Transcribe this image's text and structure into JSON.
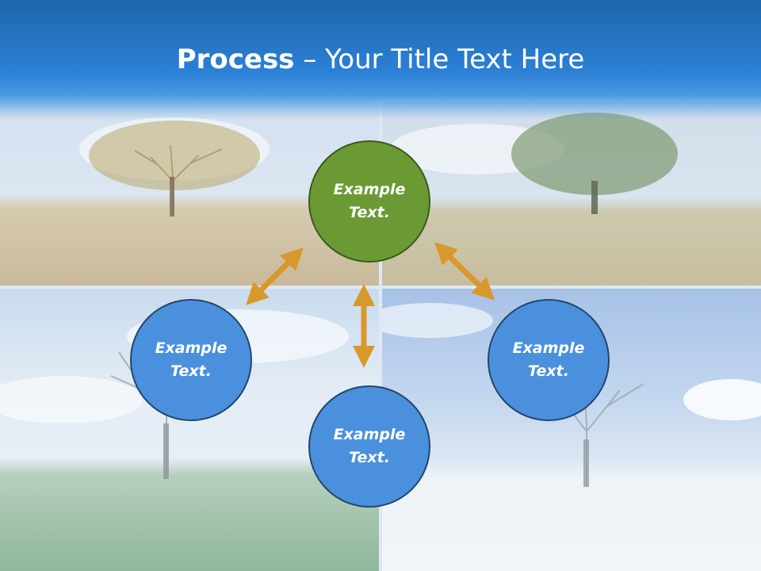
{
  "header": {
    "title_bold": "Process",
    "title_rest": " – Your Title Text Here"
  },
  "nodes": [
    {
      "id": "top",
      "label": "Example Text.",
      "color": "#6b9a35"
    },
    {
      "id": "left",
      "label": "Example Text.",
      "color": "#4a90dc"
    },
    {
      "id": "right",
      "label": "Example Text.",
      "color": "#4a90dc"
    },
    {
      "id": "bottom",
      "label": "Example Text.",
      "color": "#4a90dc"
    }
  ],
  "colors": {
    "header": "#2b80d6",
    "arrow": "#d9982b",
    "node_border": "#23466e"
  },
  "background": {
    "quadrants": [
      "autumn-tree",
      "summer-tree",
      "spring-tree",
      "winter-tree"
    ]
  }
}
